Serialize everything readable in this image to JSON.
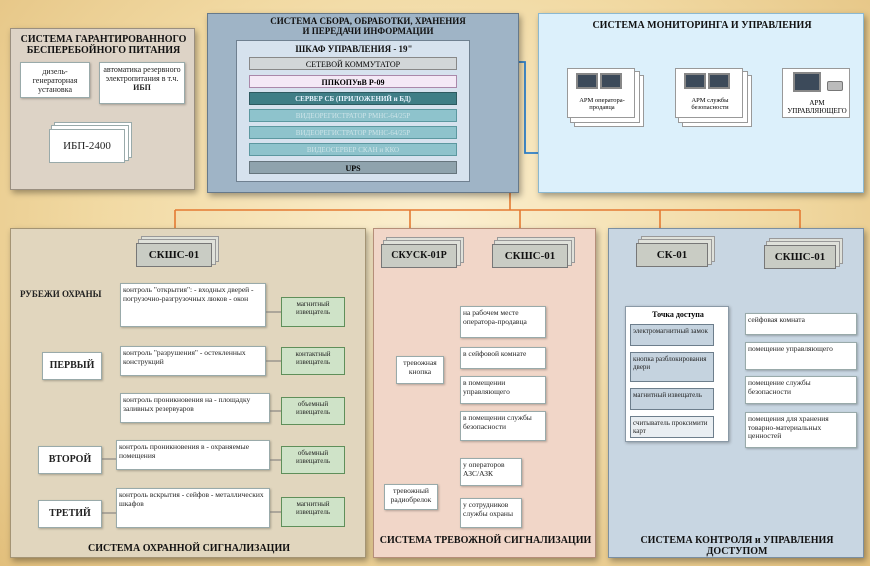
{
  "ups_system": {
    "title": "СИСТЕМА ГАРАНТИРОВАННОГО БЕСПЕРЕБОЙНОГО ПИТАНИЯ",
    "diesel": "дизель-генераторная установка",
    "automation_line1": "автоматика резервного электропитания в т.ч.",
    "automation_bold": "ИБП",
    "ups_label": "ИБП-2400"
  },
  "collect_system": {
    "title": "СИСТЕМА СБОРА, ОБРАБОТКИ, ХРАНЕНИЯ И ПЕРЕДАЧИ ИНФОРМАЦИИ",
    "cabinet_title": "ШКАФ УПРАВЛЕНИЯ - 19\"",
    "rows": [
      "СЕТЕВОЙ КОММУТАТОР",
      "ППКОПУвВ Р-09",
      "СЕРВЕР СБ (ПРИЛОЖЕНИЙ и БД)",
      "ВИДЕОРЕГИСТРАТОР РМНС-64/25Р",
      "ВИДЕОРЕГИСТРАТОР РМНС-64/25Р",
      "ВИДЕОСЕРВЕР СКАН и ККО",
      "UPS"
    ]
  },
  "monitoring": {
    "title": "СИСТЕМА МОНИТОРИНГА И УПРАВЛЕНИЯ",
    "ws": [
      "АРМ оператора-продавца",
      "АРМ службы безопасности",
      "АРМ УПРАВЛЯЮЩЕГО"
    ]
  },
  "security": {
    "title": "СИСТЕМА ОХРАННОЙ СИГНАЛИЗАЦИИ",
    "device": "СКШС-01",
    "lines_title": "РУБЕЖИ ОХРАНЫ",
    "levels": [
      "ПЕРВЫЙ",
      "ВТОРОЙ",
      "ТРЕТИЙ"
    ],
    "controls": [
      "контроль \"открытия\": - входных дверей - погрузочно-разгрузочных люков - окон",
      "контроль \"разрушения\" - остекленных конструкций",
      "контроль проникновения на - площадку заливных резервуаров",
      "контроль проникновения в - охраняемые помещения",
      "контроль вскрытия - сейфов - металлических шкафов"
    ],
    "sensors": [
      "магнитный извещатель",
      "контактный извещатель",
      "объемный извещатель",
      "объемный извещатель",
      "магнитный извещатель"
    ]
  },
  "alarm": {
    "title": "СИСТЕМА ТРЕВОЖНОЙ СИГНАЛИЗАЦИИ",
    "device1": "СКУСК-01Р",
    "device2": "СКШС-01",
    "button": "тревожная кнопка",
    "fob": "тревожный радиобрелок",
    "places": [
      "на рабочем месте оператора-продавца",
      "в сейфовой комнате",
      "в помещении управляющего",
      "в помещении службы безопасности"
    ],
    "people": [
      "у операторов АЗС/АЗК",
      "у сотрудников службы охраны"
    ]
  },
  "access": {
    "title": "СИСТЕМА КОНТРОЛЯ и УПРАВЛЕНИЯ ДОСТУПОМ",
    "device1": "СК-01",
    "device2": "СКШС-01",
    "point_title": "Точка доступа",
    "items": [
      "электромагнитный замок",
      "кнопка разблокирования двери",
      "магнитный извещатель",
      "считыватель проксимити карт"
    ],
    "rooms": [
      "сейфовая комната",
      "помещение управляющего",
      "помещение службы безопасности",
      "помещения для хранения товарно-материальных ценностей"
    ]
  },
  "colors": {
    "orange": "#e47a32",
    "blue": "#2e7fc8"
  }
}
